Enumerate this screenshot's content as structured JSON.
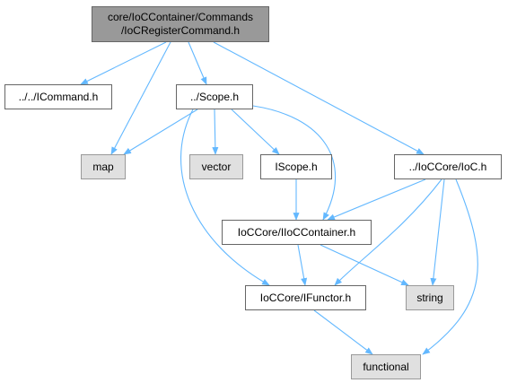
{
  "diagram": {
    "nodes": {
      "main": {
        "label": "core/IoCContainer/Commands\n/IoCRegisterCommand.h",
        "kind": "main"
      },
      "icommand": {
        "label": "../../ICommand.h",
        "kind": "file"
      },
      "scope": {
        "label": "../Scope.h",
        "kind": "file"
      },
      "ioc": {
        "label": "../IoCCore/IoC.h",
        "kind": "file"
      },
      "map": {
        "label": "map",
        "kind": "system"
      },
      "vector": {
        "label": "vector",
        "kind": "system"
      },
      "iscope": {
        "label": "IScope.h",
        "kind": "file"
      },
      "iioccontainer": {
        "label": "IoCCore/IIoCContainer.h",
        "kind": "file"
      },
      "string": {
        "label": "string",
        "kind": "system"
      },
      "ifunctor": {
        "label": "IoCCore/IFunctor.h",
        "kind": "file"
      },
      "functional": {
        "label": "functional",
        "kind": "system"
      }
    },
    "edges": [
      [
        "main",
        "icommand"
      ],
      [
        "main",
        "map"
      ],
      [
        "main",
        "scope"
      ],
      [
        "main",
        "ioc"
      ],
      [
        "scope",
        "map"
      ],
      [
        "scope",
        "vector"
      ],
      [
        "scope",
        "iscope"
      ],
      [
        "scope",
        "iioccontainer"
      ],
      [
        "scope",
        "ifunctor"
      ],
      [
        "iscope",
        "iioccontainer"
      ],
      [
        "ioc",
        "iioccontainer"
      ],
      [
        "ioc",
        "ifunctor"
      ],
      [
        "ioc",
        "string"
      ],
      [
        "ioc",
        "functional"
      ],
      [
        "iioccontainer",
        "ifunctor"
      ],
      [
        "iioccontainer",
        "string"
      ],
      [
        "ifunctor",
        "functional"
      ]
    ],
    "colors": {
      "edge": "#63b8ff",
      "main_fill": "#999999",
      "system_fill": "#e0e0e0",
      "border": "#666666"
    }
  }
}
